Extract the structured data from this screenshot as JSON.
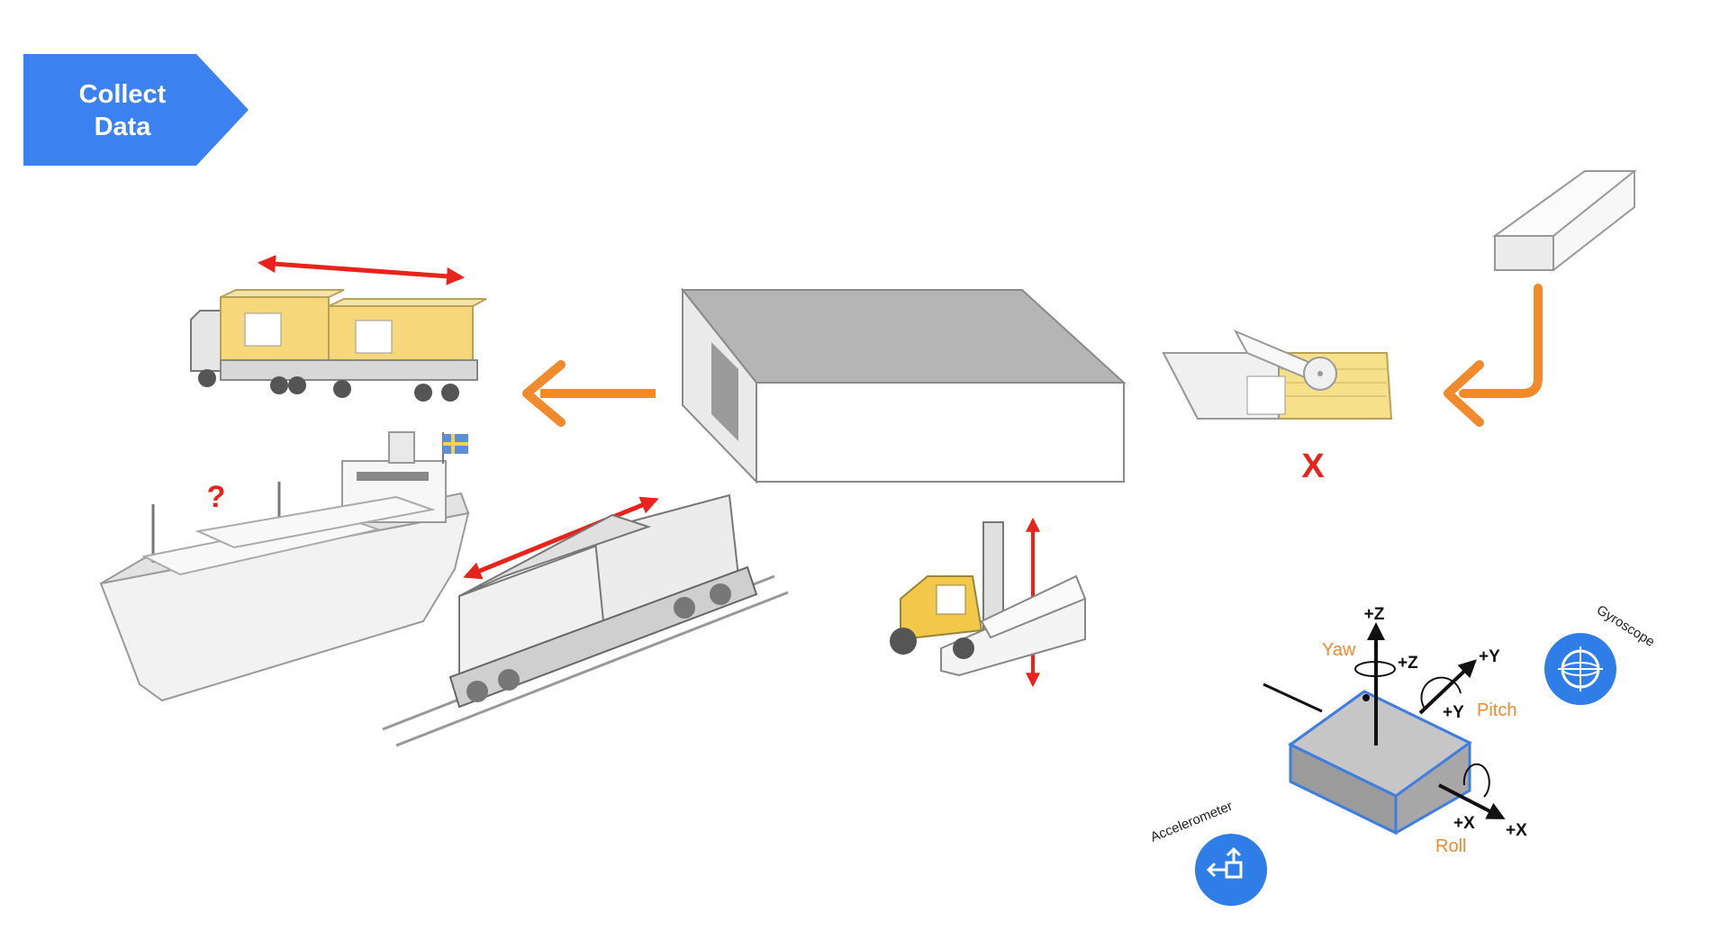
{
  "badge": {
    "line1": "Collect",
    "line2": "Data",
    "color": "#3b82f0"
  },
  "marks": {
    "question": "?",
    "cross": "X"
  },
  "axes": {
    "z_outer": "+Z",
    "z_inner": "+Z",
    "y_outer": "+Y",
    "y_inner": "+Y",
    "x_outer": "+X",
    "x_inner": "+X",
    "yaw": "Yaw",
    "pitch": "Pitch",
    "roll": "Roll"
  },
  "sensors": {
    "gyroscope": "Gyroscope",
    "accelerometer": "Accelerometer"
  },
  "colors": {
    "flow_arrow": "#f08a2c",
    "motion_arrow": "#e8231b",
    "sensor_blue": "#2f7ee8",
    "truck_cargo": "#f6d77a"
  }
}
